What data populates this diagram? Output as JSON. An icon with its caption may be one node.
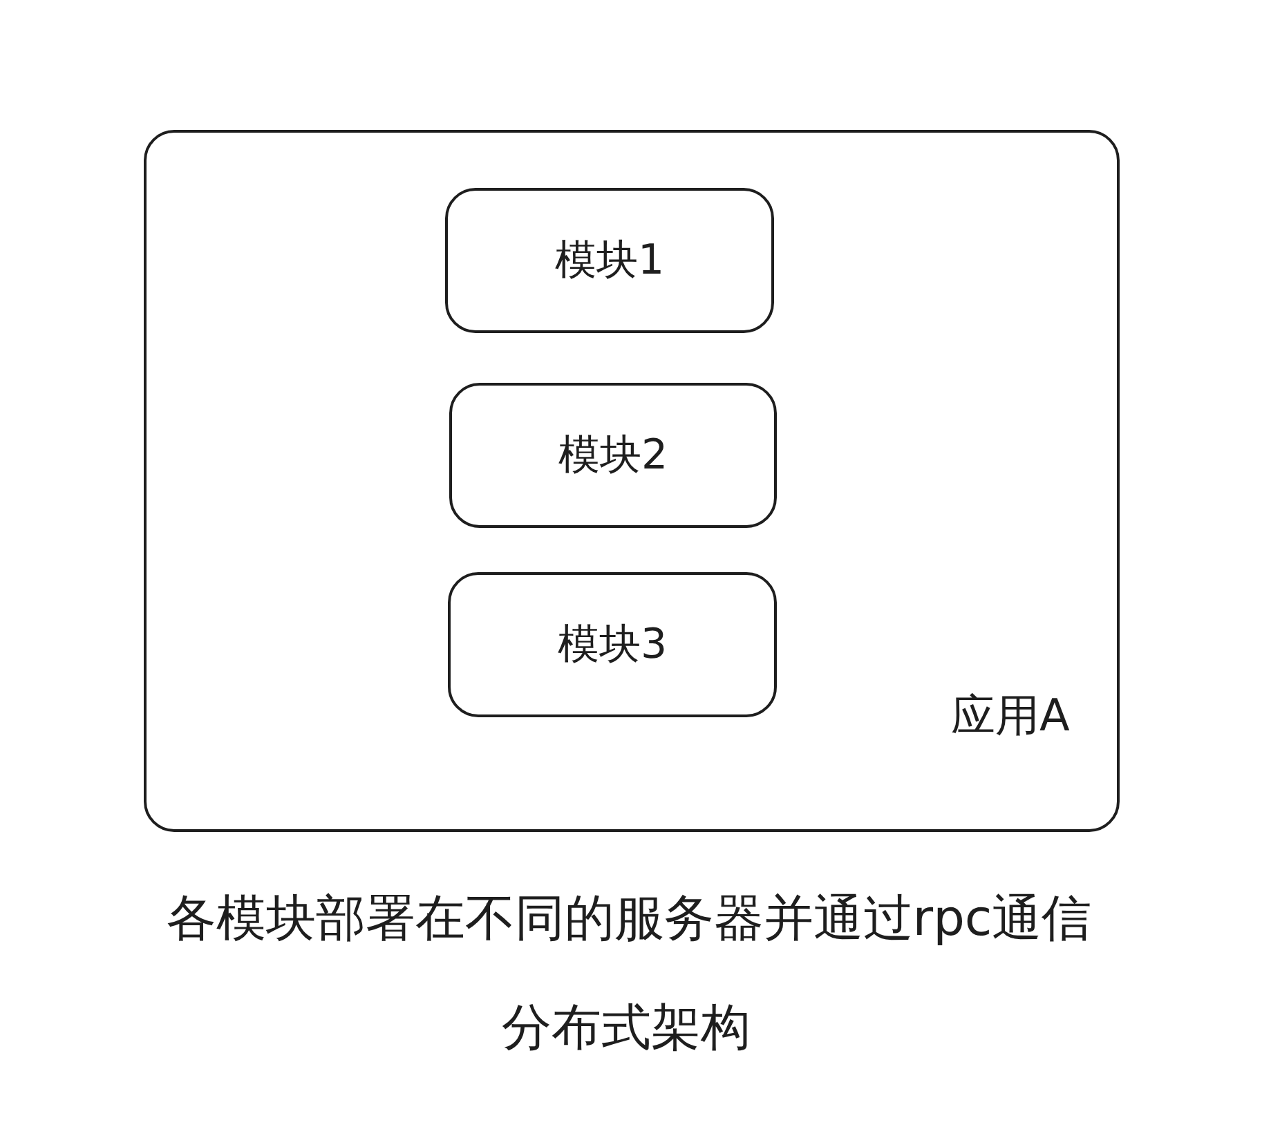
{
  "diagram": {
    "caption": "分布式架构",
    "nodes": [
      {
        "text": [
          "应用A"
        ]
      },
      {
        "text": [
          "模块1"
        ],
        "in": 0
      },
      {
        "text": [
          "模块2"
        ],
        "in": 0
      },
      {
        "text": [
          "模块3"
        ],
        "in": 0
      }
    ],
    "labels": [
      "各模块部署在不同的服务器并通过rpc通信"
    ]
  }
}
